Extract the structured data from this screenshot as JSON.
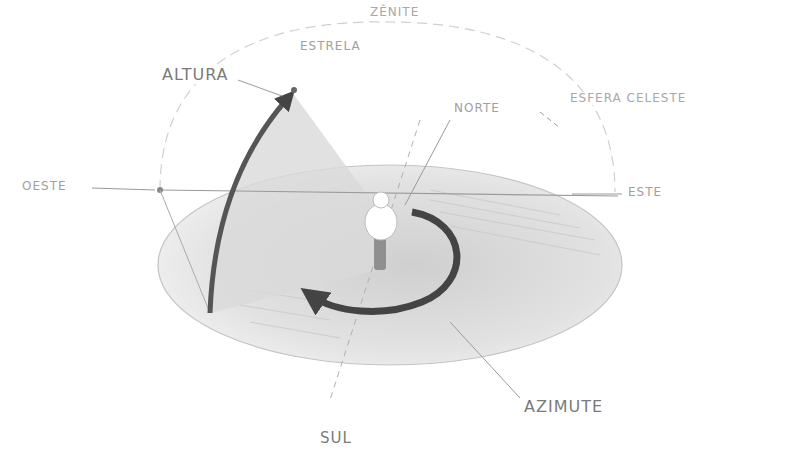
{
  "diagram": {
    "labels": [
      "ZÊNITE",
      "ESTRELA",
      "NORTE",
      "ESFERA CELESTE",
      "ALTURA",
      "OESTE",
      "ESTE",
      "AZIMUTE",
      "SUL"
    ]
  }
}
